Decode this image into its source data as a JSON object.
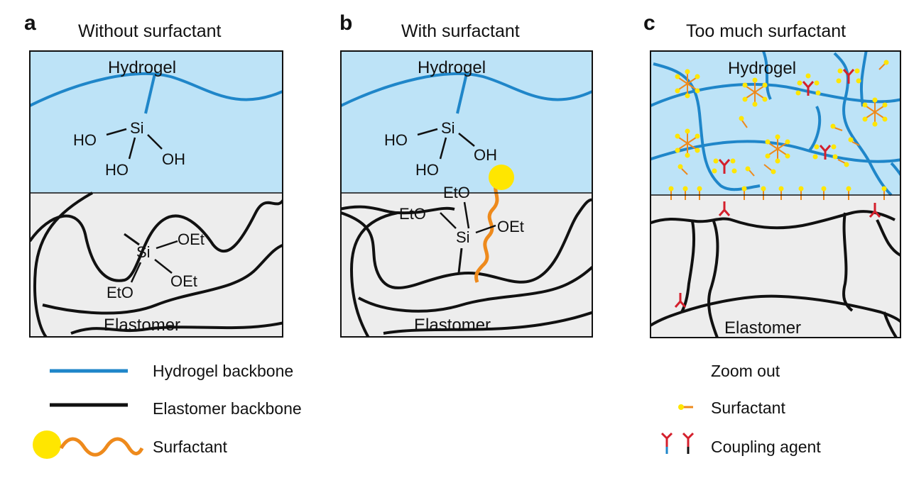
{
  "colors": {
    "hydrogel_fill": "#bde3f7",
    "elastomer_fill": "#ededed",
    "hydrogel_line": "#1f86c9",
    "elastomer_line": "#111111",
    "surfactant_head": "#ffe600",
    "surfactant_tail": "#ee8a1c",
    "coupling_red": "#d41f2c"
  },
  "panels": [
    {
      "letter": "a",
      "title": "Without surfactant",
      "top_label": "Hydrogel",
      "bottom_label": "Elastomer"
    },
    {
      "letter": "b",
      "title": "With surfactant",
      "top_label": "Hydrogel",
      "bottom_label": "Elastomer"
    },
    {
      "letter": "c",
      "title": "Too much surfactant",
      "top_label": "Hydrogel",
      "bottom_label": "Elastomer"
    }
  ],
  "chem_a": {
    "si": "Si",
    "ho1": "HO",
    "ho2": "HO",
    "oh": "OH",
    "si2": "Si",
    "oet1": "OEt",
    "oet2": "OEt",
    "eto": "EtO"
  },
  "chem_b": {
    "si": "Si",
    "ho1": "HO",
    "ho2": "HO",
    "oh": "OH",
    "eto1": "EtO",
    "eto2": "EtO",
    "si2": "Si",
    "oet": "OEt"
  },
  "legend_left": {
    "hydrogel_backbone": "Hydrogel backbone",
    "elastomer_backbone": "Elastomer backbone",
    "surfactant": "Surfactant"
  },
  "legend_right": {
    "zoom_out": "Zoom out",
    "surfactant": "Surfactant",
    "coupling_agent": "Coupling agent"
  },
  "icons": [
    "surfactant-icon",
    "coupling-agent-icon"
  ]
}
